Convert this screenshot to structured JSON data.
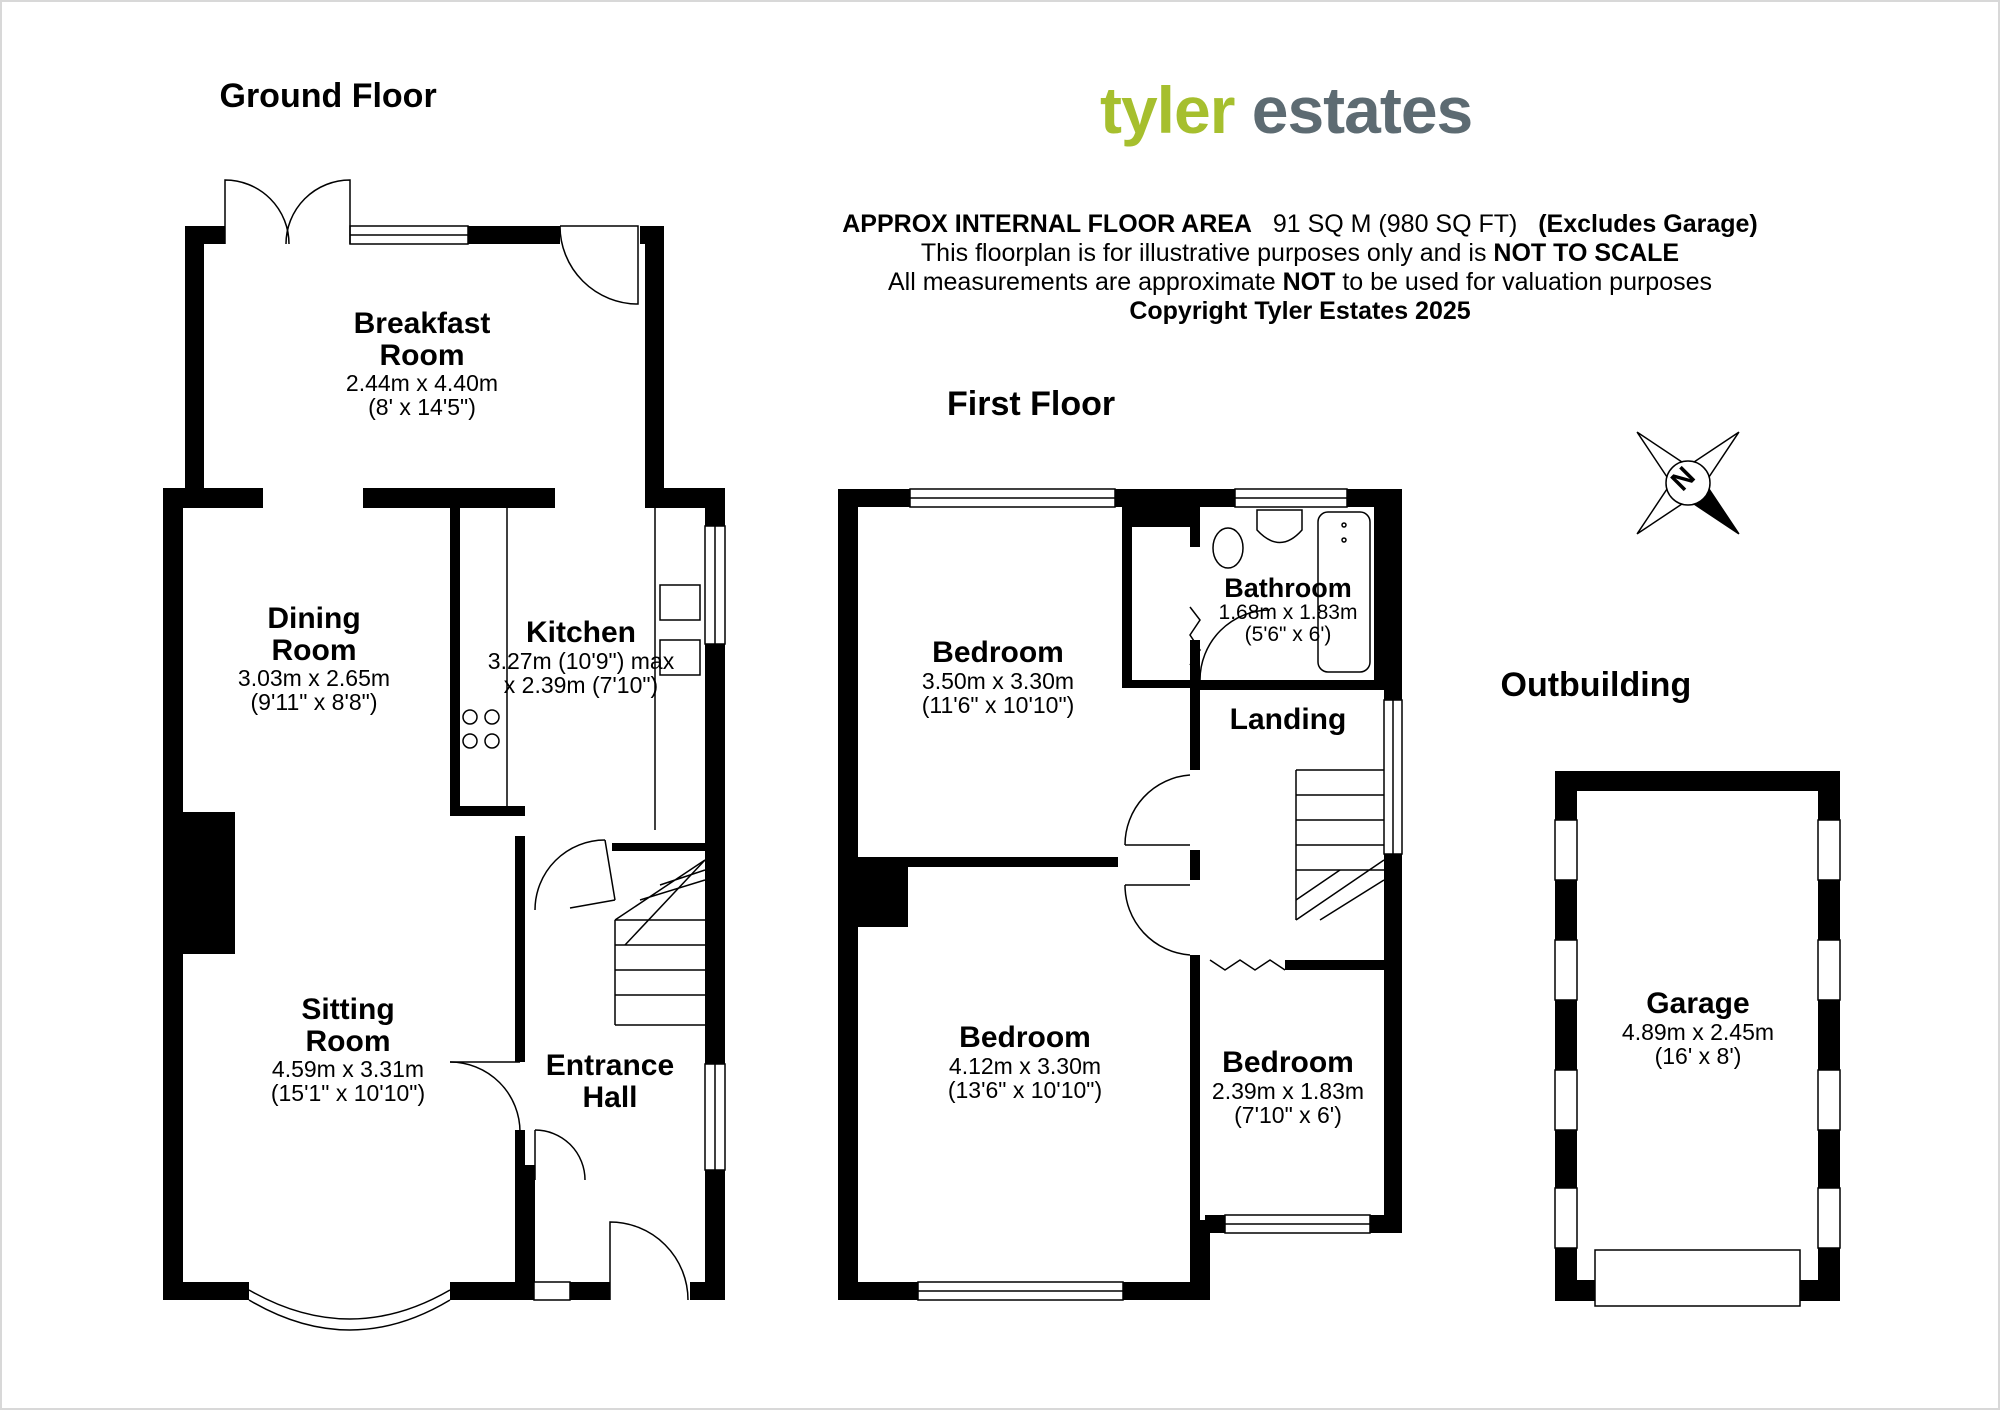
{
  "brand": {
    "part1": "tyler",
    "part2": "estates",
    "color1": "#a6bf2e",
    "color2": "#5d6b72"
  },
  "info": {
    "line1_label": "APPROX INTERNAL FLOOR AREA",
    "line1_value": "91 SQ M (980 SQ FT)",
    "line1_note": "(Excludes Garage)",
    "line2_text": "This floorplan is for illustrative purposes only and is ",
    "line2_bold": "NOT TO SCALE",
    "line3_pre": "All measurements are approximate ",
    "line3_bold": "NOT",
    "line3_post": " to be used for valuation purposes",
    "copyright": "Copyright Tyler Estates 2025"
  },
  "floors": {
    "ground": "Ground Floor",
    "first": "First Floor",
    "outbuilding": "Outbuilding"
  },
  "rooms": {
    "breakfast": {
      "name1": "Breakfast",
      "name2": "Room",
      "metric": "2.44m x 4.40m",
      "imperial": "(8' x 14'5\")"
    },
    "dining": {
      "name1": "Dining",
      "name2": "Room",
      "metric": "3.03m x 2.65m",
      "imperial": "(9'11\" x 8'8\")"
    },
    "kitchen": {
      "name1": "Kitchen",
      "metric": "3.27m (10'9\") max",
      "imperial": "x 2.39m (7'10\")"
    },
    "sitting": {
      "name1": "Sitting",
      "name2": "Room",
      "metric": "4.59m x 3.31m",
      "imperial": "(15'1\" x 10'10\")"
    },
    "entrance": {
      "name1": "Entrance",
      "name2": "Hall"
    },
    "bedroom1": {
      "name1": "Bedroom",
      "metric": "3.50m x 3.30m",
      "imperial": "(11'6\" x 10'10\")"
    },
    "bathroom": {
      "name1": "Bathroom",
      "metric": "1.68m x 1.83m",
      "imperial": "(5'6\" x 6')"
    },
    "landing": {
      "name1": "Landing"
    },
    "bedroom2": {
      "name1": "Bedroom",
      "metric": "4.12m x 3.30m",
      "imperial": "(13'6\" x 10'10\")"
    },
    "bedroom3": {
      "name1": "Bedroom",
      "metric": "2.39m x 1.83m",
      "imperial": "(7'10\" x 6')"
    },
    "garage": {
      "name1": "Garage",
      "metric": "4.89m x 2.45m",
      "imperial": "(16' x 8')"
    }
  },
  "compass": {
    "label": "N"
  }
}
